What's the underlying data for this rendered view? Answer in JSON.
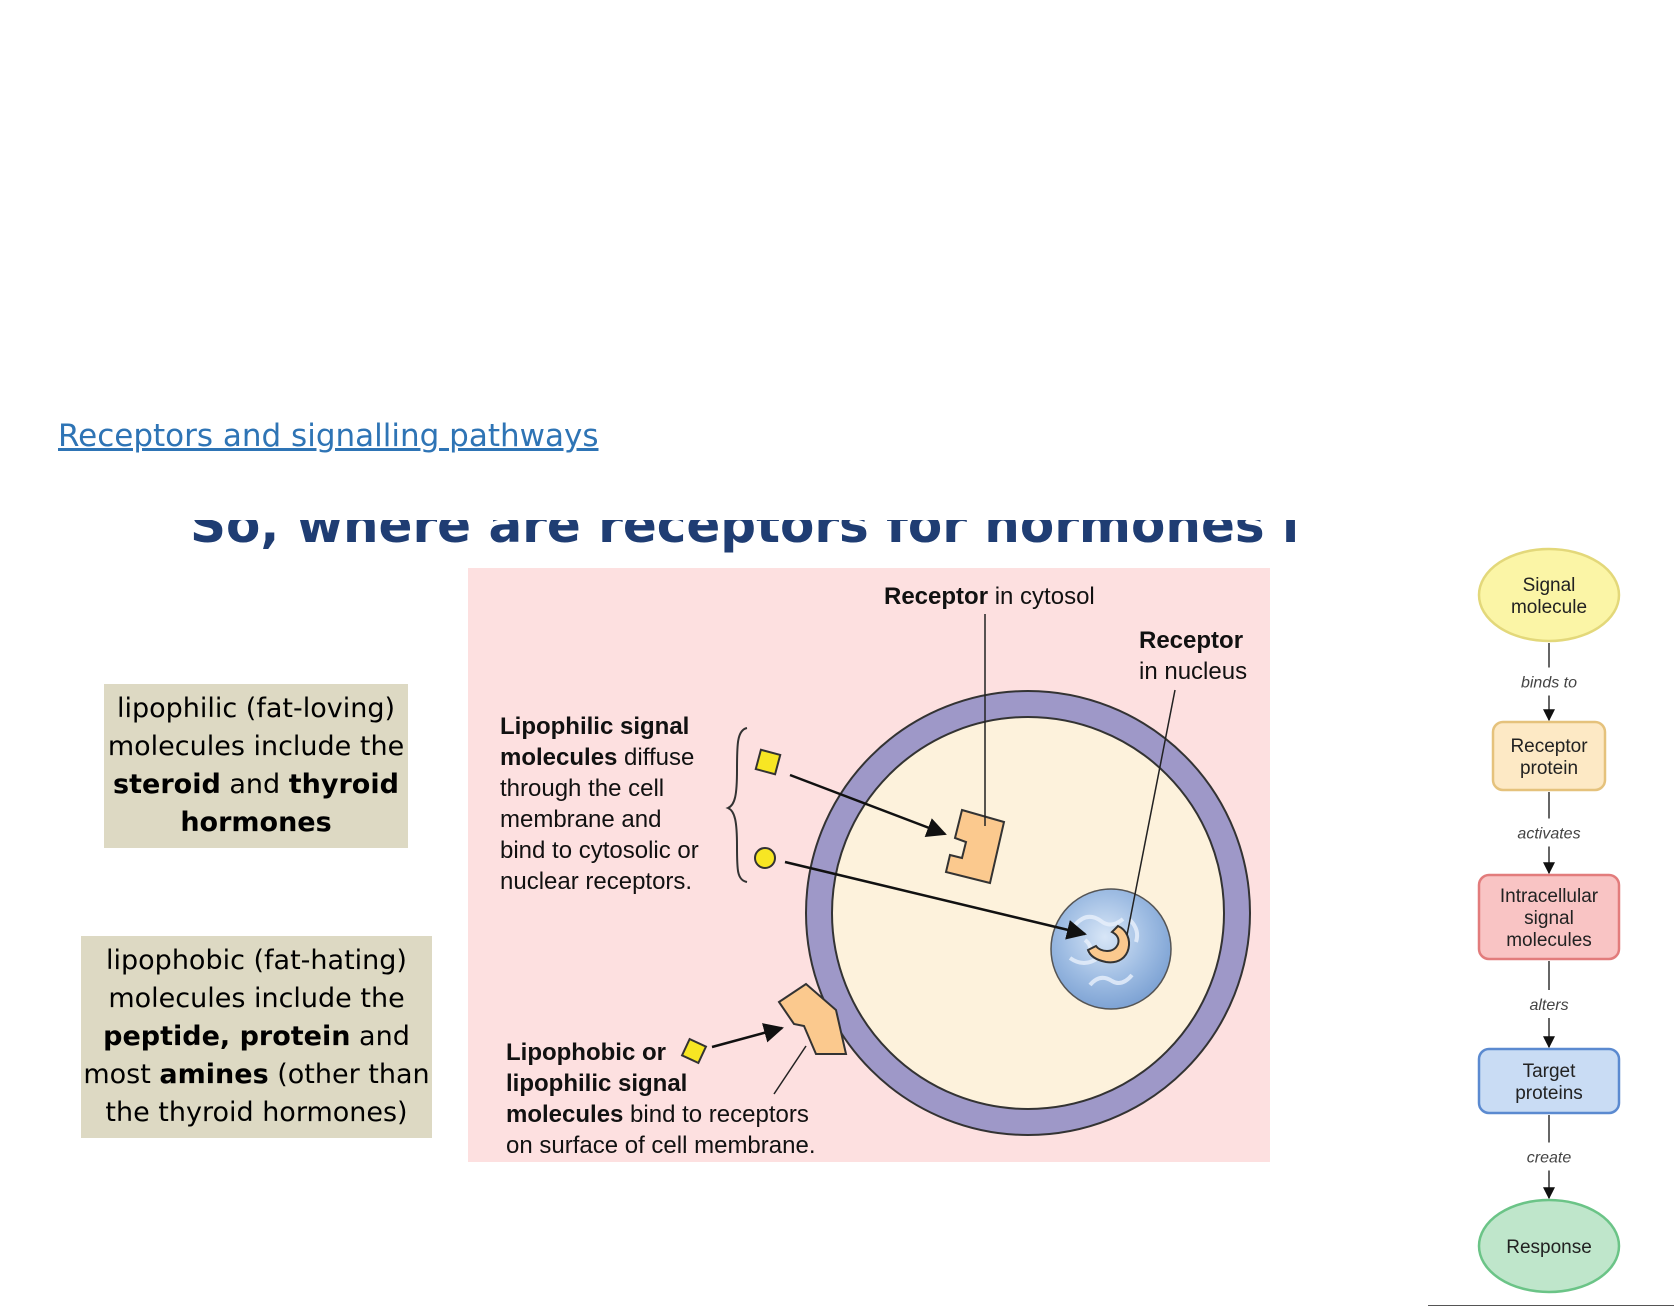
{
  "heading_link": "Receptors and signalling pathways",
  "slide_title": "So, where are receptors for hormones located?",
  "notes": {
    "lipophilic": {
      "l1": "lipophilic (fat-loving)",
      "l2": "molecules include the",
      "l3_b1": "steroid",
      "l3_mid": " and ",
      "l3_b2": "thyroid",
      "l4_b": "hormones"
    },
    "lipophobic": {
      "l1": "lipophobic (fat-hating)",
      "l2": "molecules include the",
      "l3_b": "peptide, protein",
      "l3_rest": " and",
      "l4_pre": "most ",
      "l4_b": "amines",
      "l4_rest": " (other than",
      "l5": "the thyroid hormones)"
    }
  },
  "cell_diagram": {
    "receptor_cytosol": {
      "bold": "Receptor",
      "rest": " in cytosol"
    },
    "receptor_nucleus": {
      "bold": "Receptor",
      "rest": "in nucleus"
    },
    "lipophilic_label": {
      "b1": "Lipophilic signal",
      "b2": "molecules",
      "r2": " diffuse",
      "l3": "through the cell",
      "l4": "membrane and",
      "l5": "bind to cytosolic or",
      "l6": "nuclear receptors."
    },
    "lipophobic_label": {
      "b1": "Lipophobic or",
      "b2": "lipophilic signal",
      "b3": "molecules",
      "r3": " bind to receptors",
      "l4": "on surface of cell membrane."
    },
    "colors": {
      "panel": "#fde0e0",
      "membrane": "#9e98c8",
      "cytoplasm": "#fdf2dc",
      "receptor": "#fbc98e",
      "signal": "#f7e623",
      "nucleus": "#93b3dd"
    }
  },
  "flowchart": {
    "nodes": [
      {
        "l1": "Signal",
        "l2": "molecule",
        "shape": "ellipse",
        "fill": "#fbf5a6",
        "stroke": "#e3d87a"
      },
      {
        "l1": "Receptor",
        "l2": "protein",
        "shape": "rect",
        "fill": "#fde9c5",
        "stroke": "#e5c27c"
      },
      {
        "l1": "Intracellular",
        "l2": "signal",
        "l3": "molecules",
        "shape": "rect",
        "fill": "#f9c4c4",
        "stroke": "#e27c7c"
      },
      {
        "l1": "Target",
        "l2": "proteins",
        "shape": "rect",
        "fill": "#c9dcf4",
        "stroke": "#5b8ad0"
      },
      {
        "l1": "Response",
        "shape": "ellipse",
        "fill": "#bfe6cb",
        "stroke": "#6bc487"
      }
    ],
    "verbs": [
      "binds to",
      "activates",
      "alters",
      "create"
    ]
  }
}
